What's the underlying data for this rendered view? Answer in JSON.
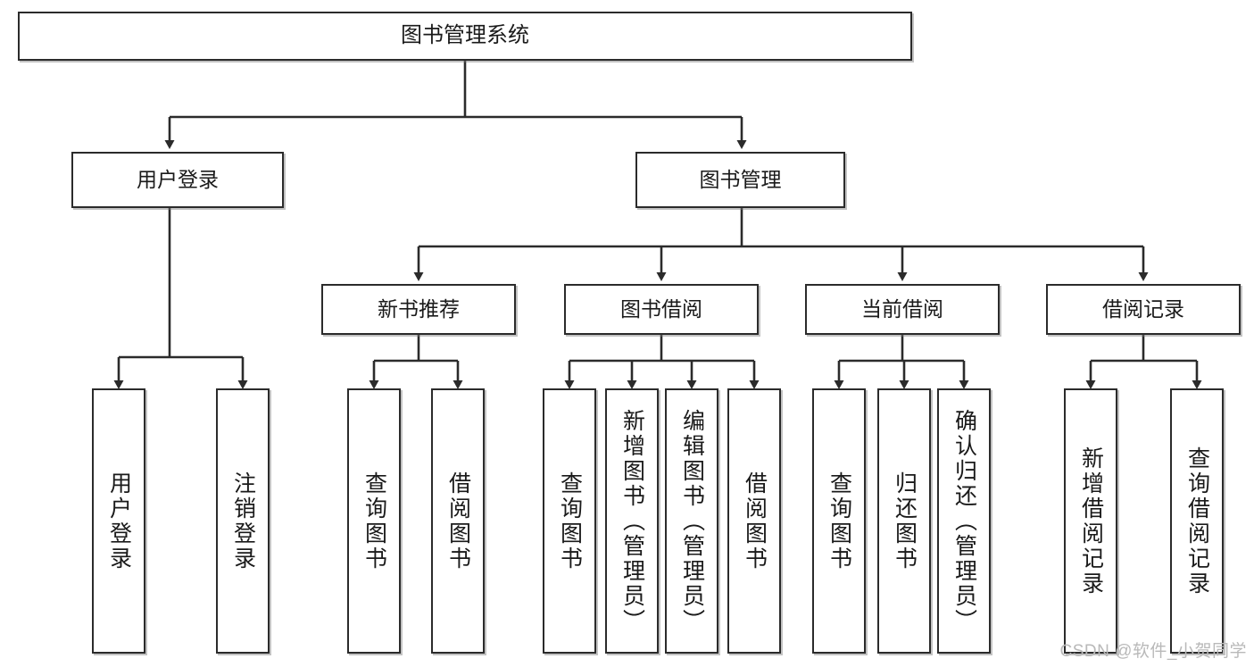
{
  "diagram": {
    "title": "图书管理系统",
    "type": "tree",
    "orientation": "top-down",
    "line_color": "#2b2b2b",
    "box_fill": "#ffffff",
    "text_color": "#1a1a1a"
  },
  "watermark": {
    "text": "CSDN @软件_小贺同学",
    "color": "#b9b9b9"
  },
  "nodes": {
    "root": {
      "label": "图书管理系统"
    },
    "level1": [
      {
        "label": "用户登录"
      },
      {
        "label": "图书管理"
      }
    ],
    "level2": [
      {
        "label": "新书推荐"
      },
      {
        "label": "图书借阅"
      },
      {
        "label": "当前借阅"
      },
      {
        "label": "借阅记录"
      }
    ],
    "leaves": {
      "user_login": [
        {
          "label": "用户登录"
        },
        {
          "label": "注销登录"
        }
      ],
      "new_book_recommend": [
        {
          "label": "查询图书"
        },
        {
          "label": "借阅图书"
        }
      ],
      "book_borrow": [
        {
          "label": "查询图书"
        },
        {
          "label": "新增图书（管理员）"
        },
        {
          "label": "编辑图书（管理员）"
        },
        {
          "label": "借阅图书"
        }
      ],
      "current_borrow": [
        {
          "label": "查询图书"
        },
        {
          "label": "归还图书"
        },
        {
          "label": "确认归还（管理员）"
        }
      ],
      "borrow_record": [
        {
          "label": "新增借阅记录"
        },
        {
          "label": "查询借阅记录"
        }
      ]
    }
  }
}
